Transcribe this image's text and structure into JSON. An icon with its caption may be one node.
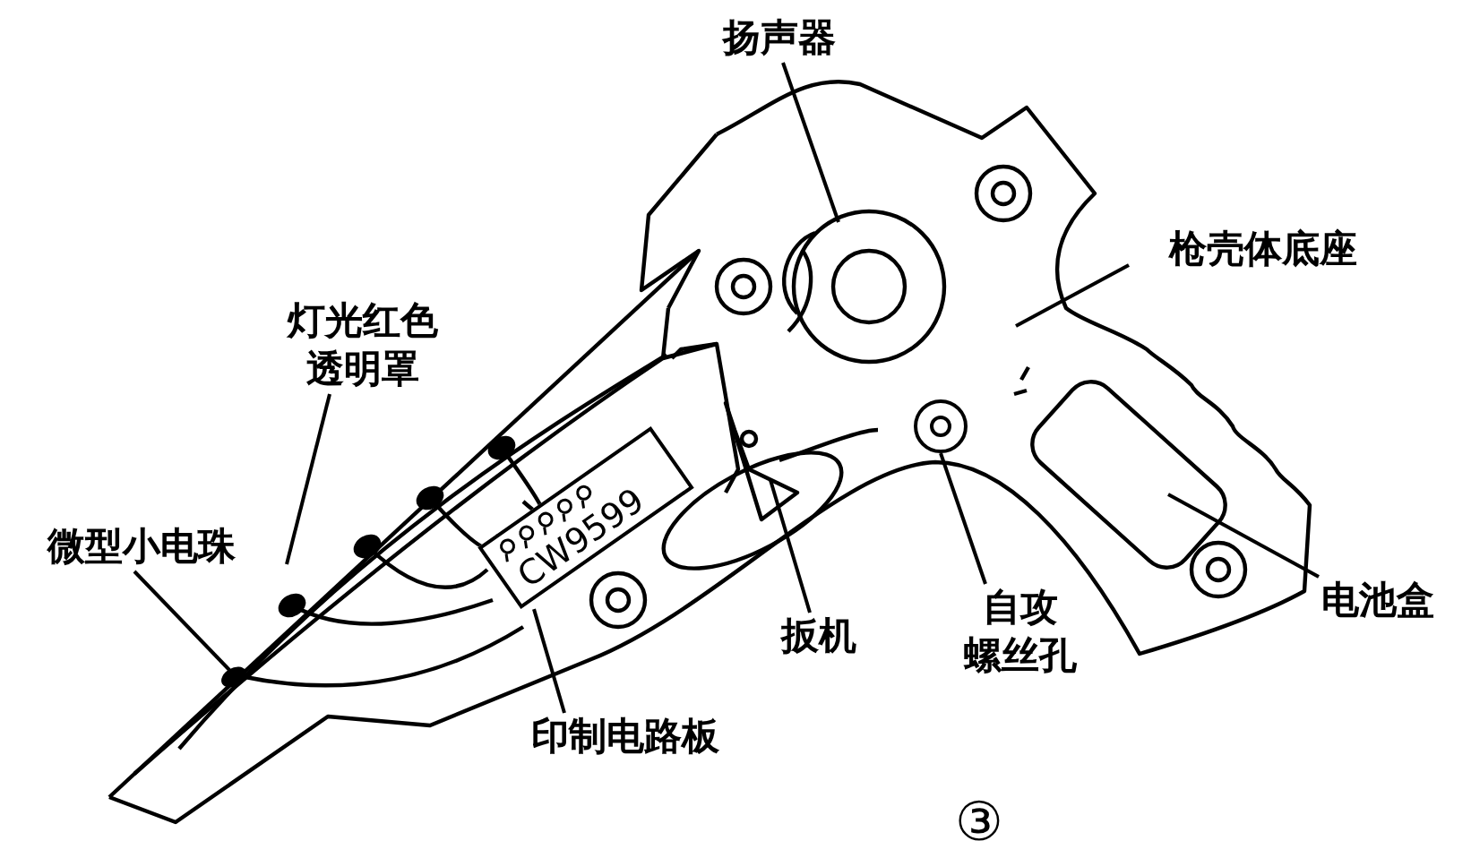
{
  "diagram": {
    "nodes": [
      {
        "text": [
          "扬声器"
        ]
      },
      {
        "text": [
          "枪壳体底座"
        ]
      },
      {
        "text": [
          "灯光红色",
          "透明罩"
        ]
      },
      {
        "text": [
          "微型小电珠"
        ]
      },
      {
        "text": [
          "印制电路板"
        ]
      },
      {
        "text": [
          "扳机"
        ]
      },
      {
        "text": [
          "自攻",
          "螺丝孔"
        ]
      },
      {
        "text": [
          "电池盒"
        ]
      },
      {
        "text": [
          "CW9599"
        ]
      },
      {
        "text": [],
        "shape": "circle"
      },
      {
        "text": [],
        "shape": "circle"
      }
    ],
    "edges": [
      {
        "from": 0,
        "to": null,
        "arrow": "none"
      },
      {
        "from": 1,
        "to": null,
        "arrow": "none"
      },
      {
        "from": 2,
        "to": null,
        "arrow": "none"
      },
      {
        "from": 3,
        "to": 9,
        "arrow": "none"
      },
      {
        "from": 4,
        "to": 8,
        "arrow": "none"
      },
      {
        "from": 5,
        "to": null,
        "arrow": "none"
      },
      {
        "from": 6,
        "to": 10,
        "arrow": "none"
      },
      {
        "from": 7,
        "to": null,
        "arrow": "none"
      }
    ],
    "labels": [
      "③"
    ]
  }
}
